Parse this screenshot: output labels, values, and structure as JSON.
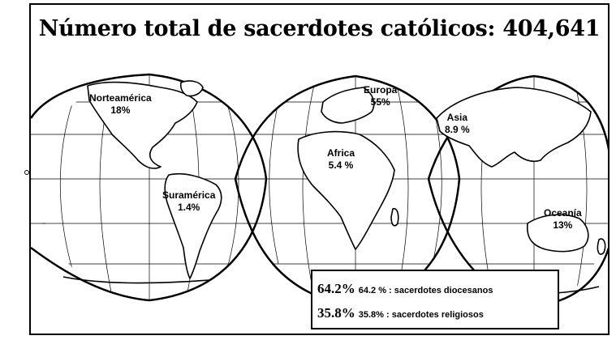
{
  "title": "Número total de sacerdotes católicos: 404,641",
  "regions": [
    {
      "name": "Norteamérica",
      "value": "18%"
    },
    {
      "name": "Suramérica",
      "value": "1.4%"
    },
    {
      "name": "Europa",
      "value": "55%"
    },
    {
      "name": "Africa",
      "value": "5.4 %"
    },
    {
      "name": "Asia",
      "value": "8.9 %"
    },
    {
      "name": "Oceanía",
      "value": "13%"
    }
  ],
  "legend": {
    "rows": [
      {
        "big": "64.2%",
        "small": "64.2 % : sacerdotes diocesanos"
      },
      {
        "big": "35.8%",
        "small": "35.8% : sacerdotes religiosos"
      }
    ]
  },
  "colors": {
    "ink": "#000000",
    "paper": "#ffffff"
  }
}
